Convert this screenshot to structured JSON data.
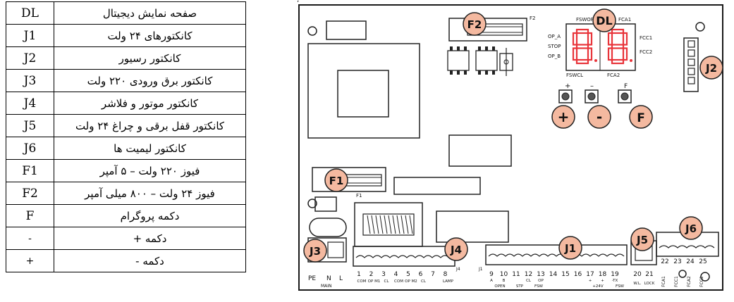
{
  "legend": {
    "rows": [
      {
        "code": "DL",
        "desc": "صفحه نمایش دیجیتال"
      },
      {
        "code": "J1",
        "desc": "کانکتورهای ۲۴ ولت"
      },
      {
        "code": "J2",
        "desc": "کانکتور رسیور"
      },
      {
        "code": "J3",
        "desc": "کانکتور برق ورودی ۲۲۰ ولت"
      },
      {
        "code": "J4",
        "desc": "کانکتور موتور و فلاشر"
      },
      {
        "code": "J5",
        "desc": "کانکتور قفل برقی و چراغ ۲۴ ولت"
      },
      {
        "code": "J6",
        "desc": "کانکتور لیمیت ها"
      },
      {
        "code": "F1",
        "desc": "فیوز ۲۲۰ ولت – ۵ آمپر"
      },
      {
        "code": "F2",
        "desc": "فیوز ۲۴ ولت – ۸۰۰ میلی آمپر"
      },
      {
        "code": "F",
        "desc": "دکمه پروگرام"
      },
      {
        "code": "-",
        "desc": "دکمه +"
      },
      {
        "code": "+",
        "desc": "دکمه -"
      }
    ]
  },
  "board": {
    "corner_mark": "ʼ",
    "markers": {
      "dl": "DL",
      "f2": "F2",
      "j2": "J2",
      "plus": "+",
      "minus": "-",
      "f": "F",
      "f1": "F1",
      "j3": "J3",
      "j4": "J4",
      "j1": "J1",
      "j5": "J5",
      "j6": "J6"
    },
    "accent_color": "#f4b9a0",
    "segment_color": "#e8343a",
    "labels": {
      "f2_small": "F2",
      "f1_small": "F1",
      "fswop": "FSWOP",
      "fca1": "FCA1",
      "fcc1": "FCC1",
      "fcc2": "FCC2",
      "op_a": "OP_A",
      "stop": "STOP",
      "op_b": "OP_B",
      "fswcl": "FSWCL",
      "fca2": "FCA2",
      "btn_plus": "+",
      "btn_minus": "–",
      "btn_f": "F",
      "pe": "PE",
      "n": "N",
      "l": "L",
      "main": "MAIN",
      "j4_small": "J4",
      "j1_small": "J1"
    },
    "j4_terms": [
      {
        "num": "1",
        "sub": "COM"
      },
      {
        "num": "2",
        "sub": "OP M1"
      },
      {
        "num": "3",
        "sub": "CL"
      },
      {
        "num": "4",
        "sub": "COM"
      },
      {
        "num": "5",
        "sub": "OP M2"
      },
      {
        "num": "6",
        "sub": "CL"
      },
      {
        "num": "7",
        "sub": ""
      },
      {
        "num": "8",
        "sub": "LAMP"
      }
    ],
    "j1_nums": [
      "9",
      "10",
      "11",
      "12",
      "13",
      "14",
      "15",
      "16",
      "17",
      "18",
      "19"
    ],
    "j1_subs": [
      "A",
      "B",
      "",
      "CL",
      "OP",
      "",
      "",
      "",
      "+",
      "+",
      "-TX"
    ],
    "j1_groups": [
      "OPEN",
      "STP",
      "FSW",
      "+24V",
      "FSW"
    ],
    "j5_nums": [
      "20",
      "21"
    ],
    "j5_subs": [
      "W.L.",
      "LOCK"
    ],
    "j6_nums": [
      "22",
      "23",
      "24",
      "25"
    ],
    "j6_subs": [
      "FCA1",
      "FCC1",
      "FCA2",
      "FCC2"
    ]
  }
}
